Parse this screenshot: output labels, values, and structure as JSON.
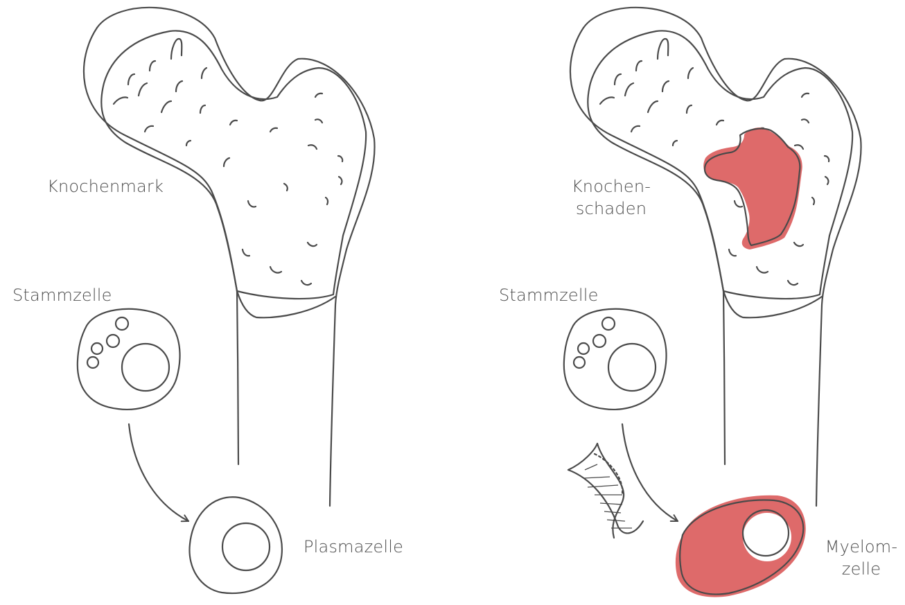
{
  "colors": {
    "ink": "#4a4a4a",
    "text": "#4d4d4d",
    "accent": "#de6a6a",
    "background": "#ffffff"
  },
  "healthy": {
    "marrow_label": "Knochenmark",
    "stem_label": "Stammzelle",
    "plasma_label": "Plasmazelle"
  },
  "myeloma": {
    "damage_label_line1": "Knochen-",
    "damage_label_line2": "schaden",
    "stem_label": "Stammzelle",
    "myeloma_label_line1": "Myelom-",
    "myeloma_label_line2": "zelle"
  },
  "icons": [
    "bone-icon",
    "stem-cell-icon",
    "plasma-cell-icon",
    "dna-icon",
    "myeloma-cell-icon",
    "arrow-icon"
  ]
}
